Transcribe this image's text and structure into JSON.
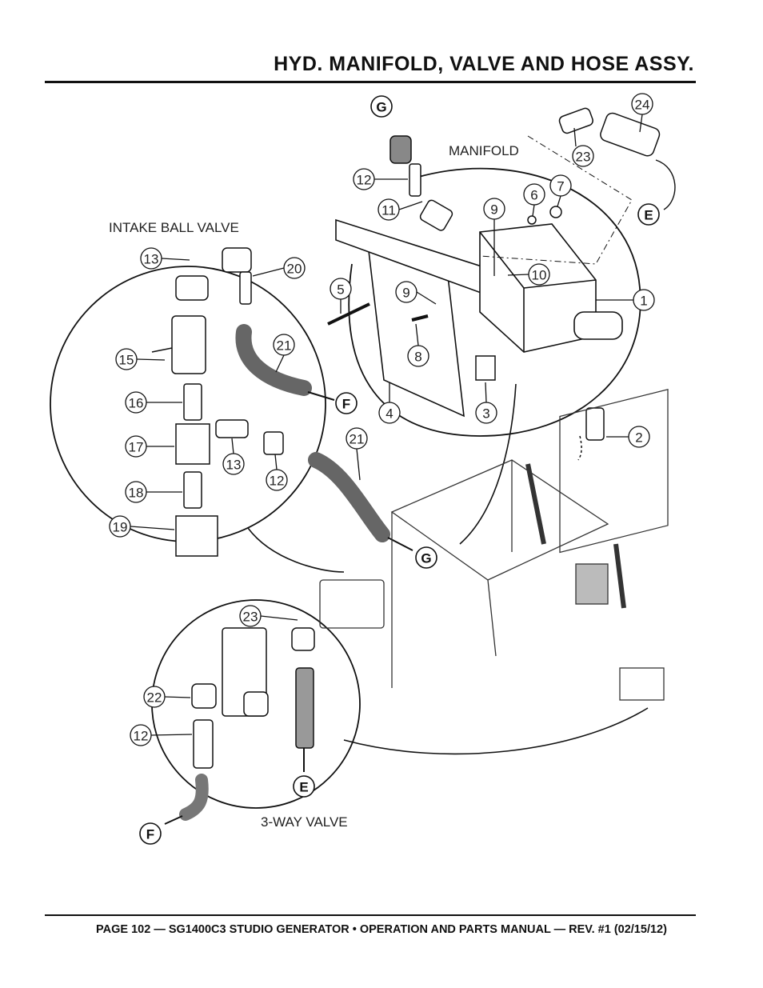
{
  "header": {
    "title": "HYD. MANIFOLD, VALVE AND HOSE ASSY."
  },
  "diagram": {
    "section_labels": {
      "manifold": "MANIFOLD",
      "intake_ball_valve": "INTAKE BALL VALVE",
      "three_way_valve": "3-WAY VALVE"
    },
    "part_callouts": [
      "24",
      "23",
      "12",
      "11",
      "6",
      "7",
      "9",
      "10",
      "1",
      "5",
      "9",
      "8",
      "3",
      "4",
      "2",
      "13",
      "20",
      "15",
      "21",
      "16",
      "17",
      "13",
      "12",
      "18",
      "19",
      "21",
      "23",
      "22",
      "12"
    ],
    "connector_labels": [
      "G",
      "E",
      "F",
      "G",
      "E",
      "F"
    ]
  },
  "footer": {
    "text": "PAGE 102 — SG1400C3 STUDIO GENERATOR • OPERATION AND PARTS MANUAL — REV. #1 (02/15/12)"
  }
}
